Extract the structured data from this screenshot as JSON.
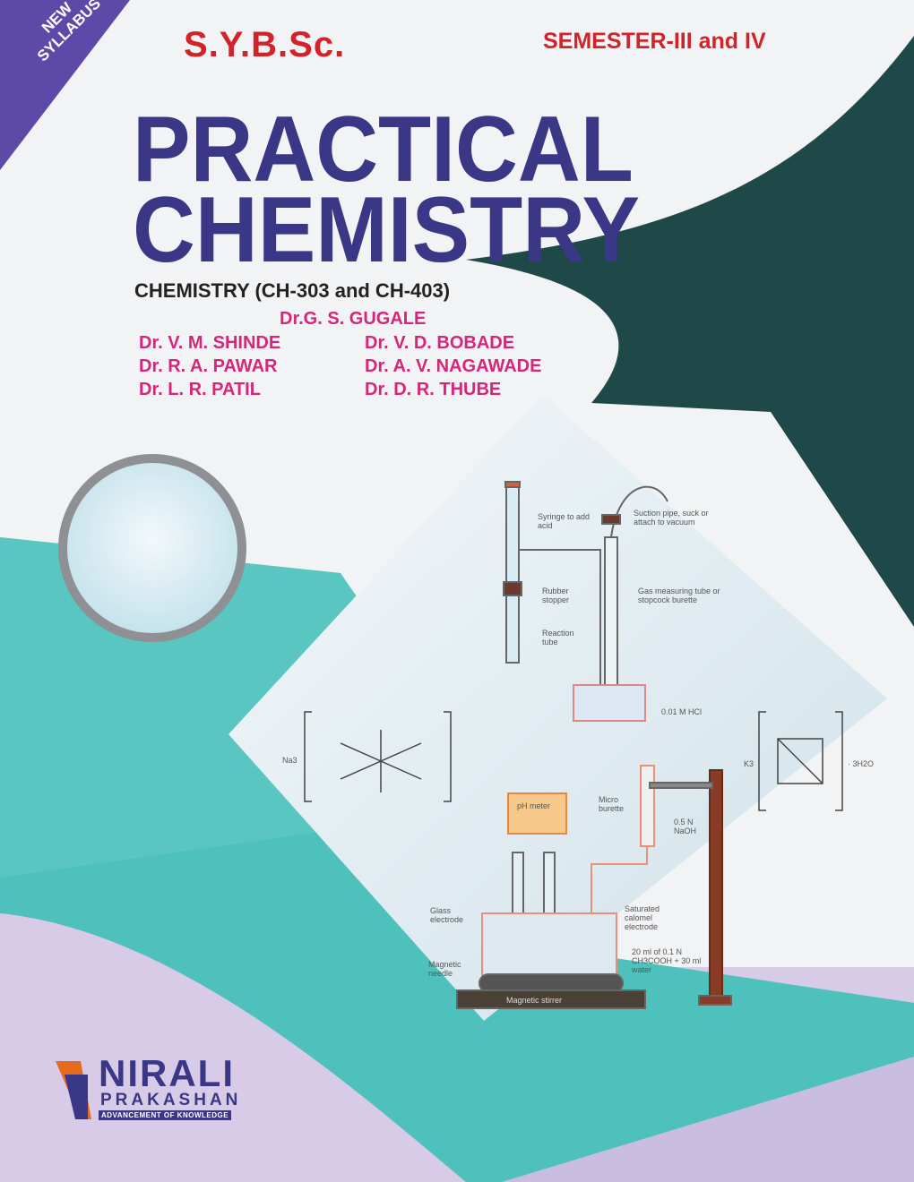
{
  "badge": {
    "line1": "NEW",
    "line2": "SYLLABUS"
  },
  "header": {
    "class": "S.Y.B.Sc.",
    "semester": "SEMESTER-III and IV"
  },
  "title": {
    "line1": "PRACTICAL",
    "line2": "CHEMISTRY"
  },
  "subtitle": "CHEMISTRY (CH-303 and CH-403)",
  "authors": {
    "lead": "Dr.G. S. GUGALE",
    "left": [
      "Dr. V. M. SHINDE",
      "Dr. R. A. PAWAR",
      "Dr. L. R. PATIL"
    ],
    "right": [
      "Dr. V. D. BOBADE",
      "Dr. A. V. NAGAWADE",
      "Dr. D. R. THUBE"
    ]
  },
  "diagram": {
    "syringe": "Syringe to add acid",
    "suction": "Suction pipe, suck or attach to vacuum",
    "stopper": "Rubber stopper",
    "gas_tube": "Gas measuring tube or stopcock burette",
    "reaction_tube": "Reaction tube",
    "hcl": "0.01 M HCl",
    "ph_meter": "pH meter",
    "micro_burette": "Micro burette",
    "naoh": "0.5 N NaOH",
    "glass_electrode": "Glass electrode",
    "calomel": "Saturated calomel electrode",
    "solution": "20 ml of 0.1 N CH3COOH + 30 ml water",
    "needle": "Magnetic needle",
    "stirrer": "Magnetic stirrer",
    "complex1_prefix": "Na3",
    "complex2_prefix": "K3",
    "complex2_suffix": "· 3H2O"
  },
  "publisher": {
    "name": "NIRALI",
    "sub": "PRAKASHAN",
    "tagline": "ADVANCEMENT OF KNOWLEDGE"
  },
  "colors": {
    "title": "#3b3787",
    "accent_red": "#d2232a",
    "authors": "#d8257b",
    "teal": "#4fc1bc",
    "dark_teal": "#1f4848",
    "lavender": "#d8cbe7"
  }
}
